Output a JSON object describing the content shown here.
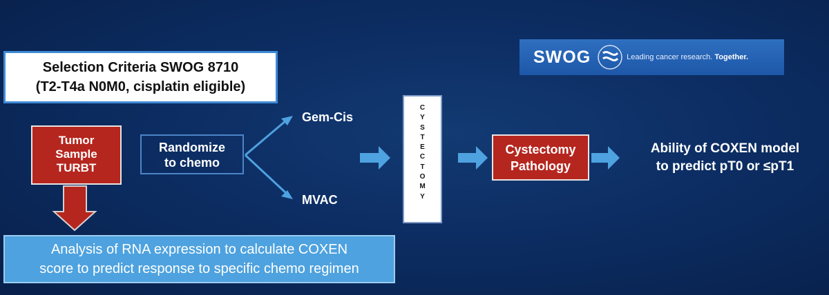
{
  "criteria": {
    "line1": "Selection Criteria SWOG 8710",
    "line2": "(T2-T4a N0M0, cisplatin eligible)"
  },
  "logo": {
    "wordmark": "SWOG",
    "tagline_regular": "Leading cancer research.",
    "tagline_bold": "Together."
  },
  "tumor": {
    "line1": "Tumor",
    "line2": "Sample",
    "line3": "TURBT"
  },
  "randomize": {
    "line1": "Randomize",
    "line2": "to chemo"
  },
  "arms": {
    "top": "Gem-Cis",
    "bottom": "MVAC"
  },
  "cystectomy_vertical": "CYSTECTOMY",
  "pathology": {
    "line1": "Cystectomy",
    "line2": "Pathology"
  },
  "outcome": {
    "line1": "Ability of COXEN model",
    "line2": "to predict pT0 or ≤pT1"
  },
  "analysis": {
    "line1": "Analysis of RNA expression to calculate COXEN",
    "line2": "score to predict response to specific chemo regimen"
  },
  "colors": {
    "background": "#0a2a5c",
    "red_box": "#b5261e",
    "arrow_blue": "#4ea2df",
    "analysis_box": "#4ea2df",
    "swog_blue": "#1d57a8"
  }
}
